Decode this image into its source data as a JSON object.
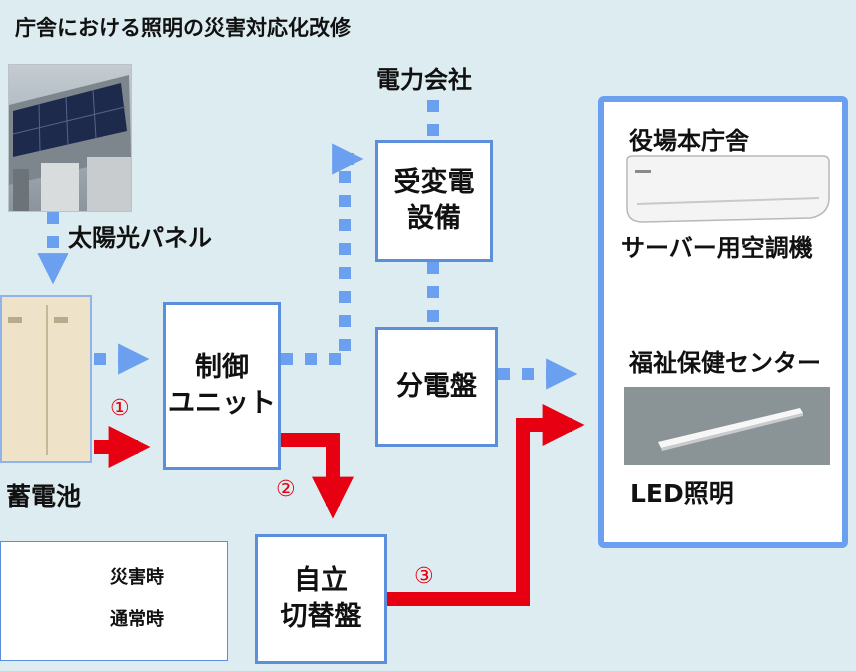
{
  "title": "庁舎における照明の災害対応化改修",
  "labels": {
    "solar_panel": "太陽光パネル",
    "battery": "蓄電池",
    "power_company": "電力会社",
    "town_hall": "役場本庁舎",
    "aircon": "サーバー用空調機",
    "welfare_center": "福祉保健センター",
    "led": "LED照明"
  },
  "boxes": {
    "control_unit": [
      "制御",
      "ユニット"
    ],
    "substation": [
      "受変電",
      "設備"
    ],
    "distribution_board": "分電盤",
    "auto_switch": [
      "自立",
      "切替盤"
    ]
  },
  "route_numbers": [
    "①",
    "②",
    "③"
  ],
  "legend": {
    "disaster": "災害時",
    "normal": "通常時"
  },
  "colors": {
    "disaster": "#e60012",
    "normal": "#6b9ff0",
    "frame": "#5b8fdc",
    "background": "#dcecf0"
  }
}
